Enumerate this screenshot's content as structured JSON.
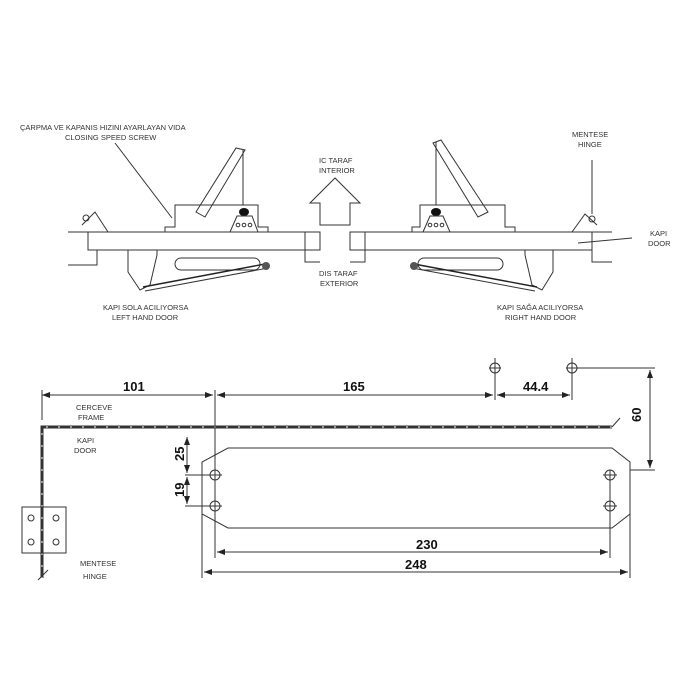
{
  "top_view": {
    "screw_label_tr": "ÇARPMA VE KAPANIS HIZINI AYARLAYAN VIDA",
    "screw_label_en": "CLOSING SPEED SCREW",
    "interior_tr": "IC TARAF",
    "interior_en": "INTERIOR",
    "exterior_tr": "DIS TARAF",
    "exterior_en": "EXTERIOR",
    "hinge_tr": "MENTESE",
    "hinge_en": "HINGE",
    "door_tr": "KAPI",
    "door_en": "DOOR",
    "left_tr": "KAPI SOLA ACILIYORSA",
    "left_en": "LEFT HAND DOOR",
    "right_tr": "KAPI SAĞA ACILIYORSA",
    "right_en": "RIGHT HAND DOOR"
  },
  "bottom_view": {
    "frame_tr": "CERCEVE",
    "frame_en": "FRAME",
    "door_tr": "KAPI",
    "door_en": "DOOR",
    "hinge_tr": "MENTESE",
    "hinge_en": "HINGE",
    "dims": {
      "d101": "101",
      "d165": "165",
      "d44": "44.4",
      "d60": "60",
      "d25": "25",
      "d19": "19",
      "d230": "230",
      "d248": "248"
    }
  }
}
